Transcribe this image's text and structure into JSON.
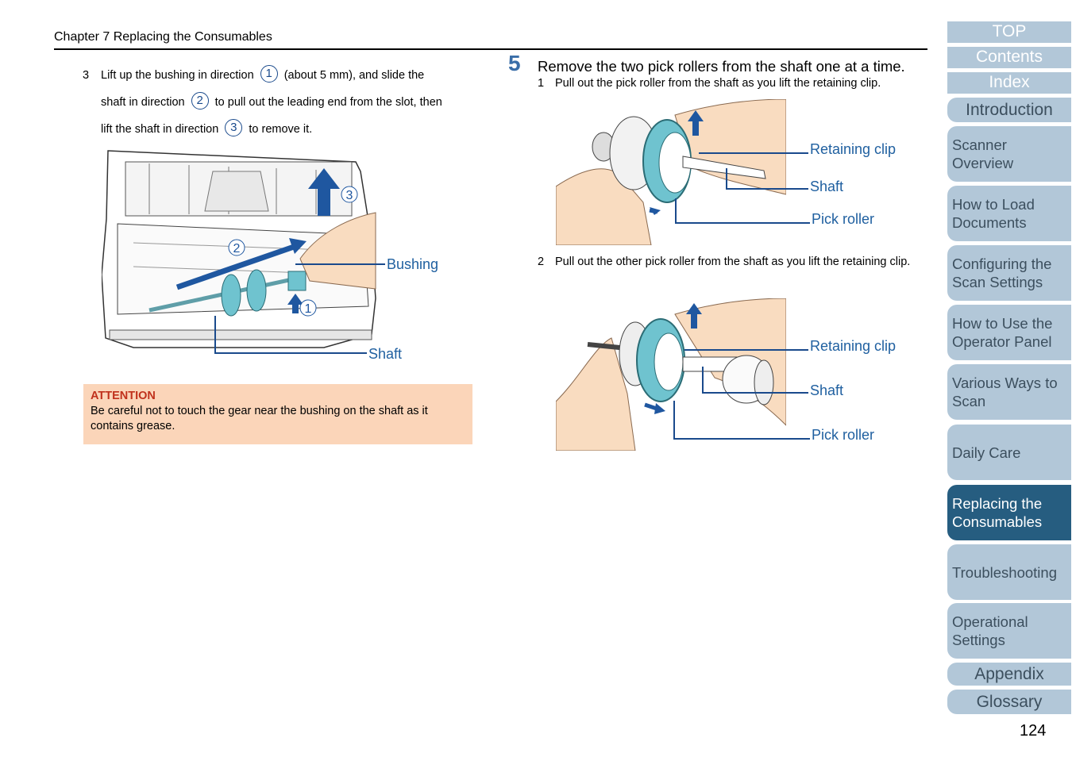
{
  "header": {
    "chapter": "Chapter 7 Replacing the Consumables"
  },
  "step3": {
    "number": "3",
    "line1_a": "Lift up the bushing in direction",
    "line1_b": "(about 5 mm), and slide the",
    "line2_a": "shaft in direction",
    "line2_b": "to pull out the leading end from the slot, then",
    "line3_a": "lift the shaft in direction",
    "line3_b": "to remove it.",
    "c1": "1",
    "c2": "2",
    "c3": "3"
  },
  "figure1": {
    "bushing": "Bushing",
    "shaft": "Shaft",
    "c1": "1",
    "c2": "2",
    "c3": "3"
  },
  "attention": {
    "title": "ATTENTION",
    "body": "Be careful not to touch the gear near the bushing on the shaft as it contains grease."
  },
  "step5": {
    "number": "5",
    "title": "Remove the two pick rollers from the shaft one at a time.",
    "sub1_num": "1",
    "sub1": "Pull out the pick roller from the shaft as you lift the retaining clip.",
    "sub2_num": "2",
    "sub2": "Pull out the other pick roller from the shaft as you lift the retaining clip."
  },
  "figure2": {
    "retaining_clip": "Retaining clip",
    "shaft": "Shaft",
    "pick_roller": "Pick roller"
  },
  "figure3": {
    "retaining_clip": "Retaining clip",
    "shaft": "Shaft",
    "pick_roller": "Pick roller"
  },
  "nav": {
    "top": "TOP",
    "contents": "Contents",
    "index": "Index",
    "introduction": "Introduction",
    "scanner_overview": "Scanner Overview",
    "how_to_load": "How to Load Documents",
    "configuring": "Configuring the Scan Settings",
    "operator_panel": "How to Use the Operator Panel",
    "various_ways": "Various Ways to Scan",
    "daily_care": "Daily Care",
    "replacing": "Replacing the Consumables",
    "troubleshooting": "Troubleshooting",
    "operational": "Operational Settings",
    "appendix": "Appendix",
    "glossary": "Glossary"
  },
  "page_number": "124",
  "colors": {
    "accent": "#265d80",
    "nav": "#b2c7d8",
    "label": "#2060a0",
    "attention_bg": "#fbd5b9",
    "attention_title": "#c0311c"
  }
}
